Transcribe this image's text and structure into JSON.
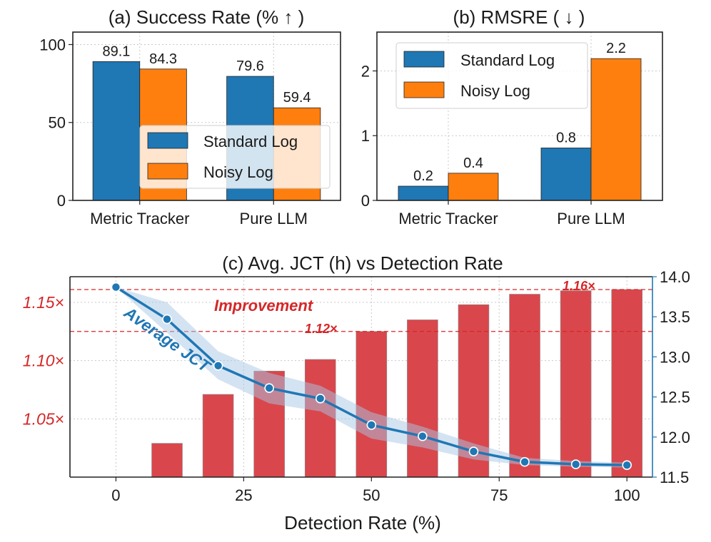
{
  "chart_data": [
    {
      "type": "bar",
      "title": "(a) Success Rate (% ↑ )",
      "categories": [
        "Metric Tracker",
        "Pure LLM"
      ],
      "series": [
        {
          "name": "Standard Log",
          "values": [
            89.1,
            79.6
          ],
          "labels": [
            "89.1",
            "79.6"
          ]
        },
        {
          "name": "Noisy Log",
          "values": [
            84.3,
            59.4
          ],
          "labels": [
            "84.3",
            "59.4"
          ]
        }
      ],
      "ylim": [
        0,
        108
      ],
      "yticks": [
        "0",
        "50",
        "100"
      ],
      "yticks_values": [
        0,
        50,
        100
      ],
      "legend_placement": "lower-right",
      "grid": true
    },
    {
      "type": "bar",
      "title": "(b) RMSRE ( ↓ )",
      "categories": [
        "Metric Tracker",
        "Pure LLM"
      ],
      "series": [
        {
          "name": "Standard Log",
          "values": [
            0.22,
            0.81
          ],
          "labels": [
            "0.2",
            "0.8"
          ]
        },
        {
          "name": "Noisy Log",
          "values": [
            0.42,
            2.19
          ],
          "labels": [
            "0.4",
            "2.2"
          ]
        }
      ],
      "ylim": [
        0,
        2.6
      ],
      "yticks": [
        "0",
        "1",
        "2"
      ],
      "yticks_values": [
        0,
        1,
        2
      ],
      "legend_placement": "top-left",
      "grid": true
    },
    {
      "type": "bar+line",
      "title": "(c) Avg. JCT (h) vs Detection Rate",
      "xlabel": "Detection Rate (%)",
      "xlim": [
        -9,
        105
      ],
      "xticks": [
        "0",
        "25",
        "50",
        "75",
        "100"
      ],
      "xticks_values": [
        0,
        25,
        50,
        75,
        100
      ],
      "bars": {
        "x": [
          10,
          20,
          30,
          40,
          50,
          60,
          70,
          80,
          90,
          100
        ],
        "values": [
          1.029,
          1.071,
          1.091,
          1.101,
          1.125,
          1.135,
          1.148,
          1.157,
          1.16,
          1.161
        ]
      },
      "y_left": {
        "lim": [
          1.0,
          1.172
        ],
        "ticks": [
          "1.05×",
          "1.10×",
          "1.15×"
        ],
        "ticks_values": [
          1.05,
          1.1,
          1.15
        ]
      },
      "line": {
        "label": "Average JCT",
        "x": [
          0,
          10,
          20,
          30,
          40,
          50,
          60,
          70,
          80,
          90,
          100
        ],
        "values": [
          13.87,
          13.47,
          12.89,
          12.61,
          12.48,
          12.15,
          12.01,
          11.82,
          11.69,
          11.66,
          11.65
        ],
        "band_low": [
          13.87,
          13.3,
          12.72,
          12.42,
          12.32,
          11.98,
          11.87,
          11.72,
          11.65,
          11.63,
          11.62
        ],
        "band_high": [
          13.87,
          13.68,
          13.07,
          12.8,
          12.64,
          12.31,
          12.13,
          11.92,
          11.74,
          11.7,
          11.68
        ]
      },
      "y_right": {
        "lim": [
          11.5,
          14.0
        ],
        "ticks": [
          "11.5",
          "12.0",
          "12.5",
          "13.0",
          "13.5",
          "14.0"
        ],
        "ticks_values": [
          11.5,
          12.0,
          12.5,
          13.0,
          13.5,
          14.0
        ]
      },
      "reference_lines": [
        1.125,
        1.161
      ],
      "annotations": {
        "improvement": "Improvement",
        "label_112": "1.12×",
        "label_116": "1.16×"
      },
      "grid": true
    }
  ],
  "colors": {
    "blue": "#1f77b4",
    "orange": "#ff7f0e",
    "red": "#d62728",
    "red_bar": "#d9474c",
    "band": "#a9c8e6"
  }
}
